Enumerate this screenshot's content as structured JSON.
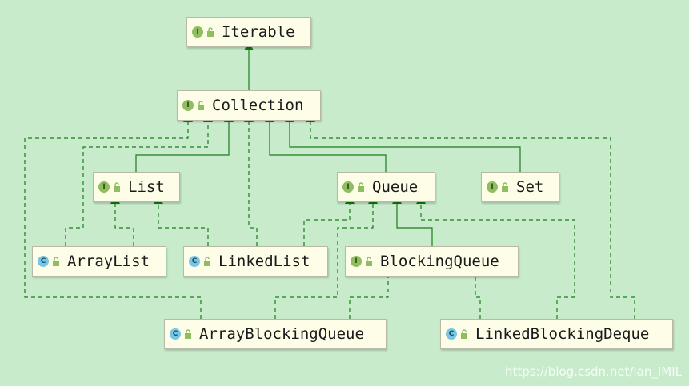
{
  "nodes": {
    "iterable": {
      "label": "Iterable",
      "kind": "I"
    },
    "collection": {
      "label": "Collection",
      "kind": "I"
    },
    "list": {
      "label": "List",
      "kind": "I"
    },
    "queue": {
      "label": "Queue",
      "kind": "I"
    },
    "set": {
      "label": "Set",
      "kind": "I"
    },
    "arraylist": {
      "label": "ArrayList",
      "kind": "C"
    },
    "linkedlist": {
      "label": "LinkedList",
      "kind": "C"
    },
    "blockingqueue": {
      "label": "BlockingQueue",
      "kind": "I"
    },
    "arrayblockingqueue": {
      "label": "ArrayBlockingQueue",
      "kind": "C"
    },
    "linkedblockingdeque": {
      "label": "LinkedBlockingDeque",
      "kind": "C"
    }
  },
  "watermark": "https://blog.csdn.net/lan_IMIL",
  "colors": {
    "background": "#c7ebcb",
    "edge": "#1a7d1a",
    "node_fill": "#fefee8",
    "interface_badge": "#8fbd5f",
    "class_badge": "#78c6e3"
  }
}
